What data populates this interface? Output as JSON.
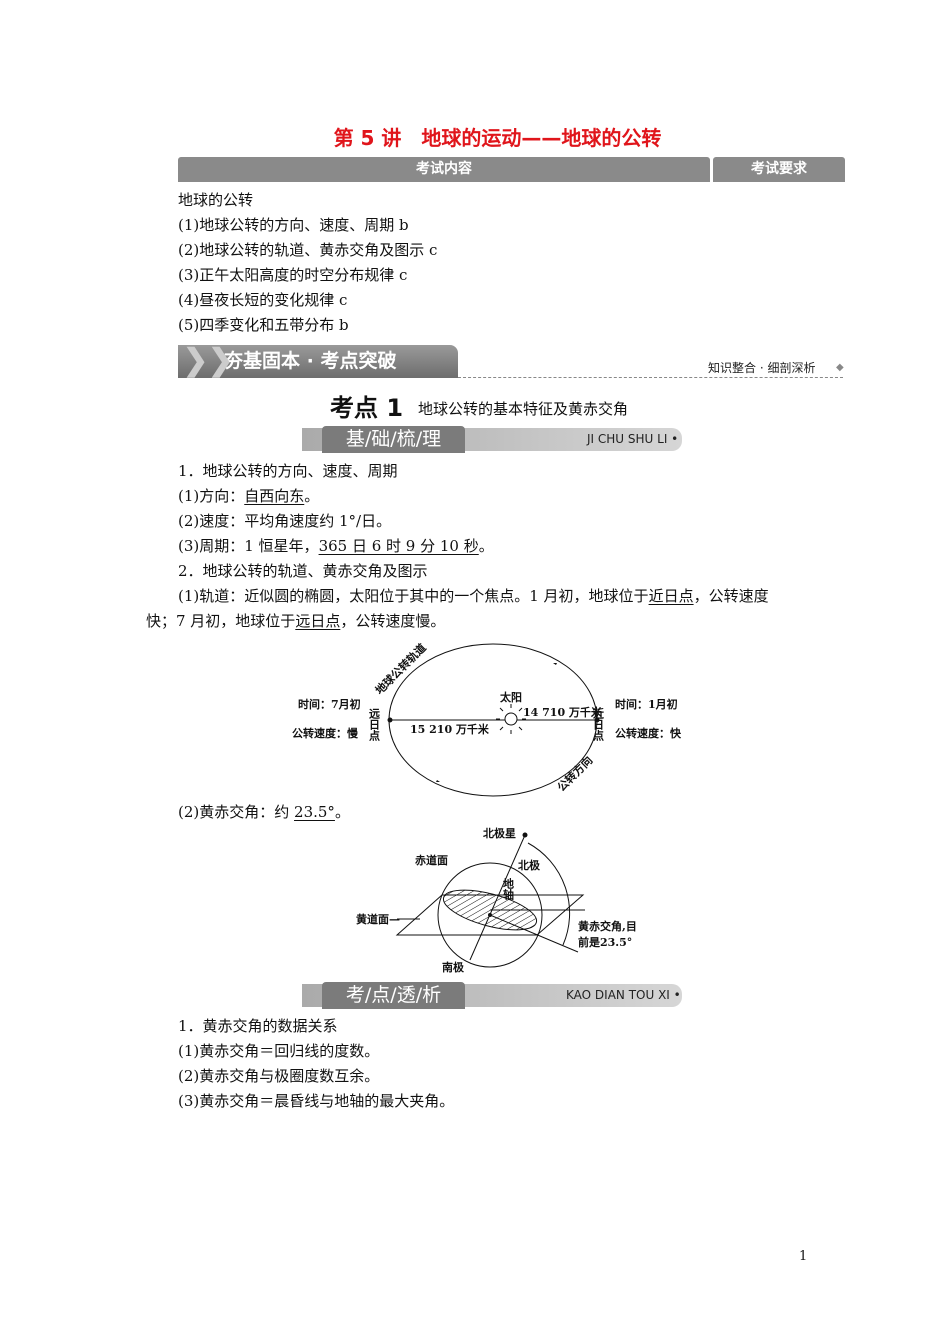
{
  "title": "第 5 讲　地球的运动——地球的公转",
  "table_header": {
    "col1": "考试内容",
    "col2": "考试要求"
  },
  "exam_items": [
    "地球的公转",
    "(1)地球公转的方向、速度、周期 b",
    "(2)地球公转的轨道、黄赤交角及图示 c",
    "(3)正午太阳高度的时空分布规律 c",
    "(4)昼夜长短的变化规律 c",
    "(5)四季变化和五带分布 b"
  ],
  "banner": {
    "label": "夯基固本 · 考点突破",
    "right": "知识整合 · 细剖深析"
  },
  "kaodian": {
    "label": "考点 1",
    "title": "地球公转的基本特征及黄赤交角"
  },
  "section1": {
    "label": "基/础/梳/理",
    "pinyin": "JI CHU SHU LI •"
  },
  "section1_lines": [
    [
      {
        "t": "1．地球公转的方向、速度、周期"
      }
    ],
    [
      {
        "t": "(1)方向："
      },
      {
        "t": "自西向东",
        "u": true
      },
      {
        "t": "。"
      }
    ],
    [
      {
        "t": "(2)速度：平均角速度约 1°/日。"
      }
    ],
    [
      {
        "t": "(3)周期：1 恒星年，"
      },
      {
        "t": "365 日 6 时 9 分 10 秒",
        "u": true
      },
      {
        "t": "。"
      }
    ],
    [
      {
        "t": "2．地球公转的轨道、黄赤交角及图示"
      }
    ],
    [
      {
        "t": "(1)轨道：近似圆的椭圆，太阳位于其中的一个焦点。1 月初，地球位于"
      },
      {
        "t": "近日点",
        "u": true
      },
      {
        "t": "，公转速度"
      }
    ],
    [
      {
        "t": "快；7 月初，地球位于"
      },
      {
        "t": "远日点",
        "u": true
      },
      {
        "t": "，公转速度慢。"
      }
    ]
  ],
  "orbit_diagram": {
    "orbit": "地球公转轨道",
    "sun": "太阳",
    "aphelion_time": "时间：7月初",
    "aphelion_speed": "公转速度：慢",
    "aphelion": "远日点",
    "perihelion_time": "时间：1月初",
    "perihelion_speed": "公转速度：快",
    "perihelion": "近日点",
    "far_dist": "15 210 万千米",
    "near_dist": "14 710 万千米",
    "direction": "公转方向"
  },
  "obliquity_line": [
    {
      "t": "(2)黄赤交角：约 "
    },
    {
      "t": "23.5°",
      "u": true
    },
    {
      "t": "。"
    }
  ],
  "tilt_diagram": {
    "polaris": "北极星",
    "equator_plane": "赤道面",
    "north_pole": "北极",
    "axis": "地轴",
    "ecliptic_plane": "黄道面—",
    "angle1": "黄赤交角,目",
    "angle2": "前是23.5°",
    "south_pole": "南极"
  },
  "section2": {
    "label": "考/点/透/析",
    "pinyin": "KAO DIAN TOU XI •"
  },
  "section2_lines": [
    "1．黄赤交角的数据关系",
    "(1)黄赤交角＝回归线的度数。",
    "(2)黄赤交角与极圈度数互余。",
    "(3)黄赤交角＝晨昏线与地轴的最大夹角。"
  ],
  "page_number": "1"
}
